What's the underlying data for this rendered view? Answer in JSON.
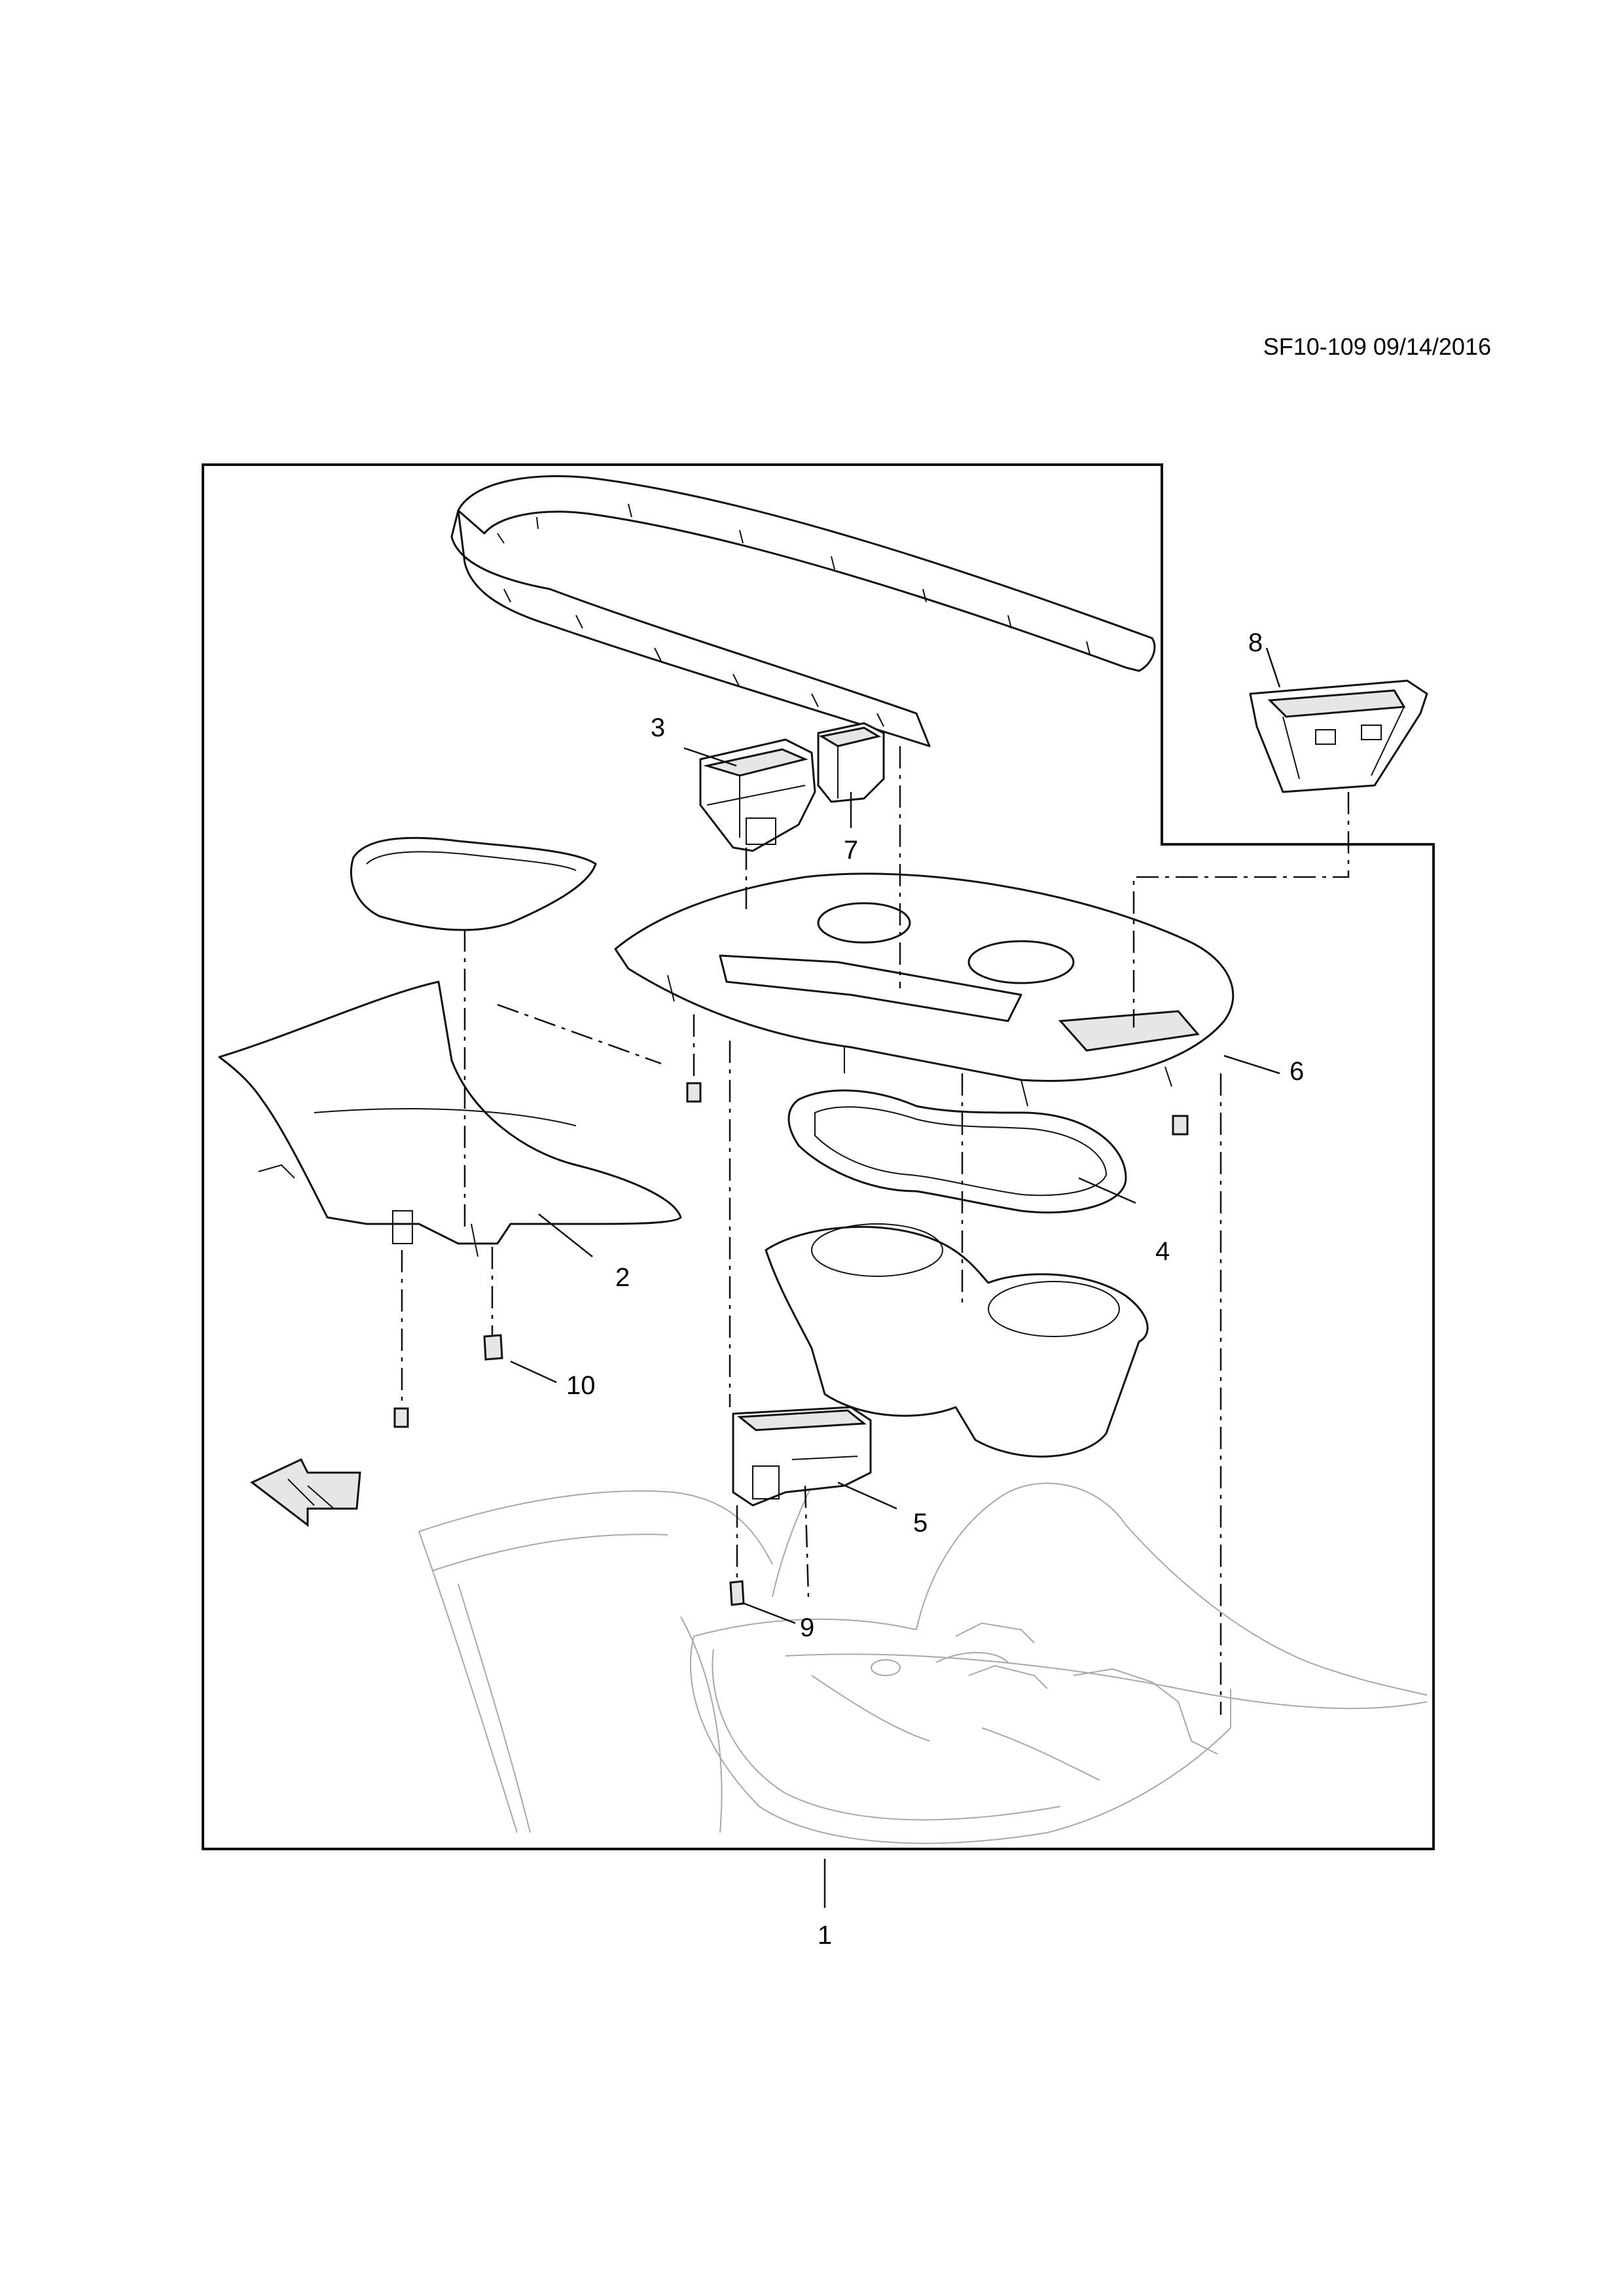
{
  "document": {
    "code": "SF10-109 09/14/2016"
  },
  "callouts": {
    "c1": "1",
    "c2": "2",
    "c3": "3",
    "c4": "4",
    "c5": "5",
    "c6": "6",
    "c7": "7",
    "c8": "8",
    "c9": "9",
    "c10": "10"
  },
  "icons": {
    "front_arrow": "front-direction-arrow-icon"
  }
}
